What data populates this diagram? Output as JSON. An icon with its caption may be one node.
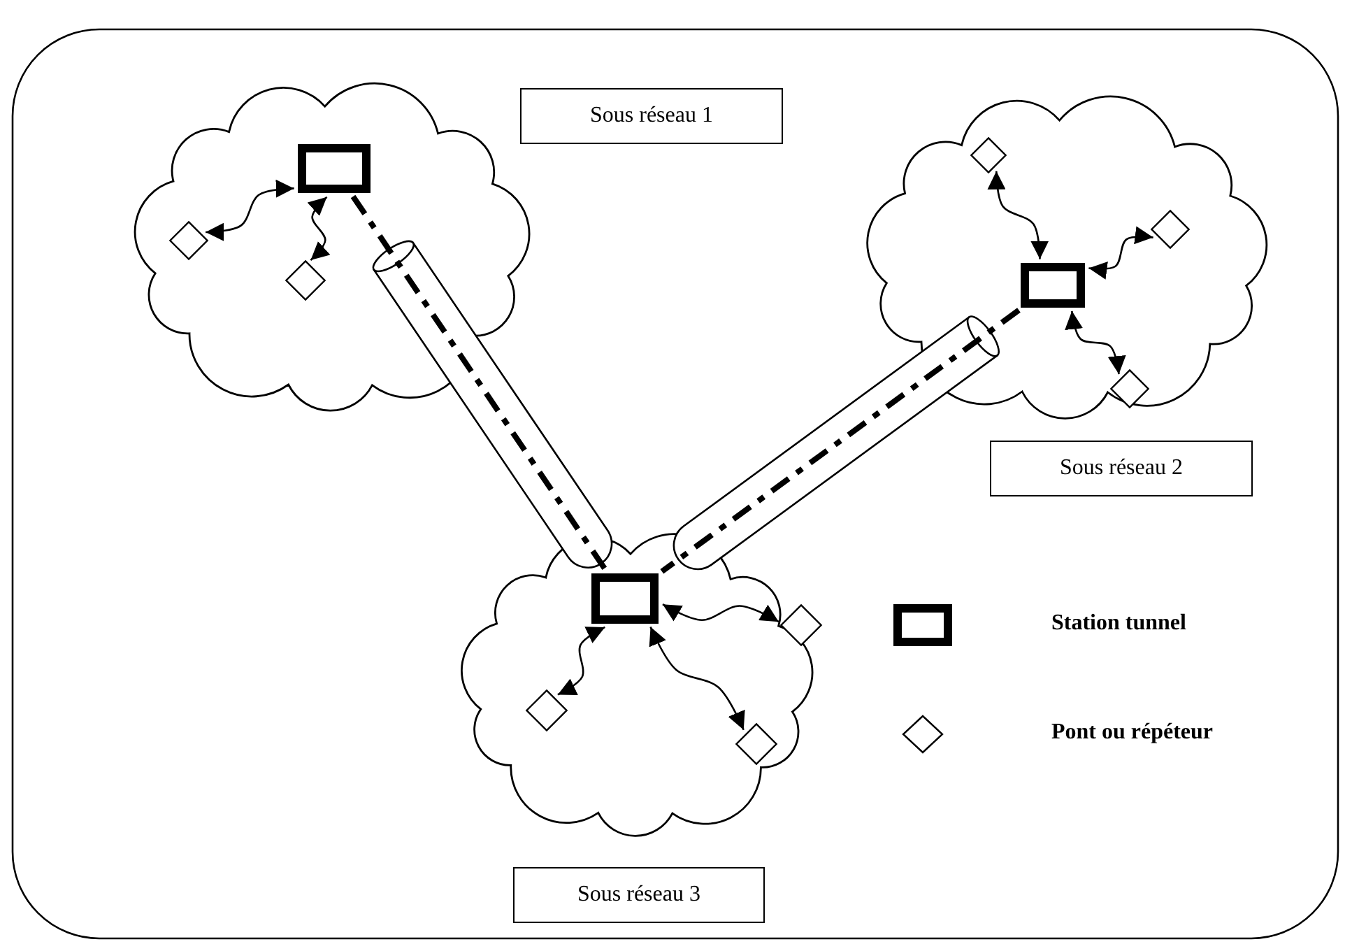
{
  "diagram": {
    "nodes": [
      {
        "text": [],
        "shape": "box"
      },
      {
        "text": [],
        "shape": "cloud",
        "in": 0
      },
      {
        "text": [],
        "shape": "box",
        "in": 1
      },
      {
        "text": [],
        "shape": "diamond",
        "in": 1
      },
      {
        "text": [],
        "shape": "diamond",
        "in": 1
      },
      {
        "text": [
          "Sous réseau 1"
        ],
        "in": 0
      },
      {
        "text": [],
        "shape": "cloud",
        "in": 0
      },
      {
        "text": [],
        "shape": "diamond",
        "in": 6
      },
      {
        "text": [],
        "shape": "box",
        "in": 6
      },
      {
        "text": [],
        "shape": "diamond",
        "in": 6
      },
      {
        "text": [],
        "shape": "diamond",
        "in": 6
      },
      {
        "text": [
          "Sous réseau 2"
        ],
        "in": 0
      },
      {
        "text": [],
        "shape": "cloud",
        "in": 0
      },
      {
        "text": [],
        "shape": "box",
        "in": 12
      },
      {
        "text": [],
        "shape": "diamond",
        "in": 12
      },
      {
        "text": [],
        "shape": "diamond",
        "in": 12
      },
      {
        "text": [],
        "shape": "diamond",
        "in": 12
      },
      {
        "text": [
          "Sous réseau 3"
        ],
        "in": 0
      }
    ],
    "edges": [
      {
        "from": 2,
        "to": 3,
        "arrow": "both"
      },
      {
        "from": 2,
        "to": 4,
        "arrow": "both"
      },
      {
        "from": 8,
        "to": 7,
        "arrow": "both"
      },
      {
        "from": 8,
        "to": 9,
        "arrow": "both"
      },
      {
        "from": 8,
        "to": 10,
        "arrow": "both"
      },
      {
        "from": 13,
        "to": 14,
        "arrow": "both"
      },
      {
        "from": 13,
        "to": 15,
        "arrow": "both"
      },
      {
        "from": 13,
        "to": 16,
        "arrow": "both"
      },
      {
        "from": 2,
        "to": 13,
        "arrow": "none",
        "style": "dashed"
      },
      {
        "from": 8,
        "to": 13,
        "arrow": "none",
        "style": "dashed"
      }
    ],
    "legend": [
      {
        "text": "Station tunnel"
      },
      {
        "text": "Pont ou répéteur"
      }
    ]
  }
}
